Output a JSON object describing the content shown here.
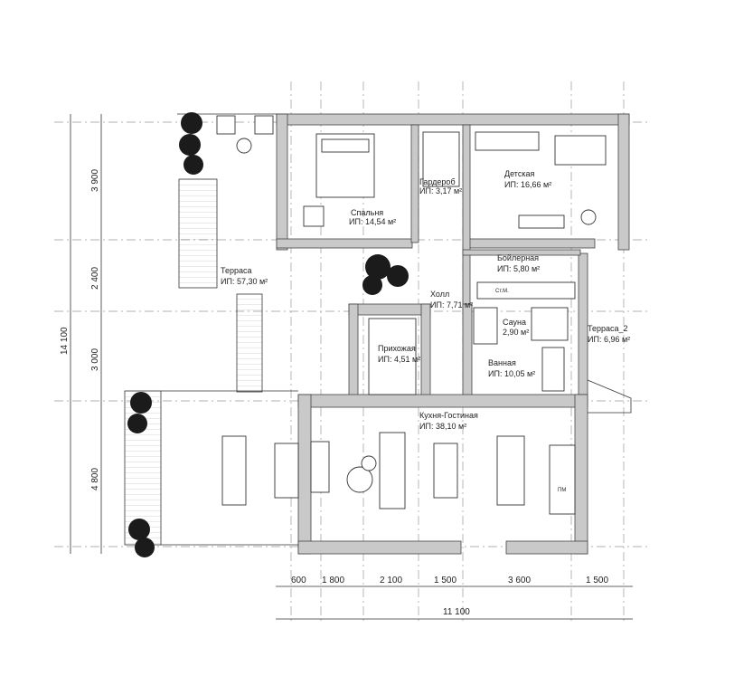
{
  "rooms": [
    {
      "name": "Спальня",
      "area": "ИП: 14,54 м²"
    },
    {
      "name": "Гардероб",
      "area": "ИП: 3,17 м²"
    },
    {
      "name": "Детская",
      "area": "ИП: 16,66 м²"
    },
    {
      "name": "Терраса",
      "area": "ИП: 57,30 м²"
    },
    {
      "name": "Бойлерная",
      "area": "ИП: 5,80 м²"
    },
    {
      "name": "Холл",
      "area": "ИП: 7,71 м²"
    },
    {
      "name": "Сауна",
      "area": "2,90 м²"
    },
    {
      "name": "Терраса_2",
      "area": "ИП: 6,96 м²"
    },
    {
      "name": "Прихожая",
      "area": "ИП: 4,51 м²"
    },
    {
      "name": "Ванная",
      "area": "ИП: 10,05 м²"
    },
    {
      "name": "Кухня-Гостиная",
      "area": "ИП: 38,10 м²"
    }
  ],
  "dims_bottom": [
    "600",
    "1 800",
    "2 100",
    "1 500",
    "3 600",
    "1 500"
  ],
  "dim_total_bottom": "11 100",
  "dims_left": [
    "3 900",
    "2 400",
    "3 000",
    "4 800"
  ],
  "dim_total_left": "14 100",
  "misc": {
    "fridge_label": "Ст.М.",
    "dishwasher_label": "ПМ"
  }
}
